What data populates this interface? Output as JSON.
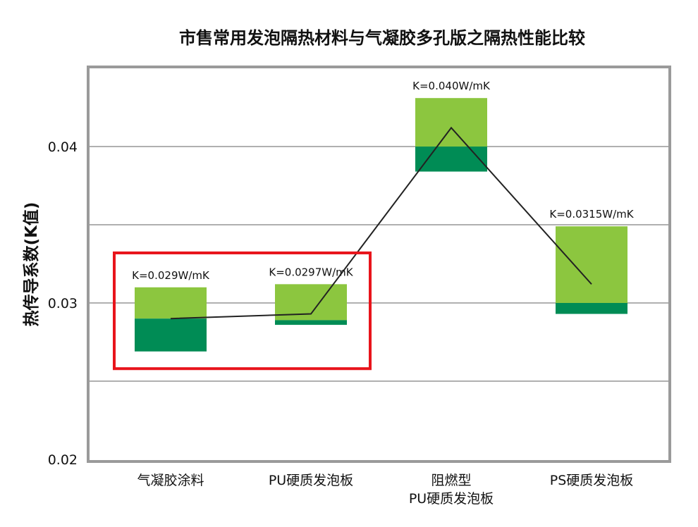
{
  "chart_data": {
    "type": "bar",
    "subtype": "floating-range-bar-with-line",
    "title": "市售常用发泡隔热材料与气凝胶多孔版之隔热性能比较",
    "xlabel": "",
    "ylabel": "热传导系数(K值)",
    "ylim": [
      0.02,
      0.0451
    ],
    "yticks": [
      0.02,
      0.03,
      0.04
    ],
    "ytick_labels": [
      "0.02",
      "0.03",
      "0.04"
    ],
    "gridlines": [
      0.025,
      0.03,
      0.035,
      0.04
    ],
    "grid": true,
    "categories": [
      {
        "lines": [
          "气凝胶涂料"
        ]
      },
      {
        "lines": [
          "PU硬质发泡板"
        ]
      },
      {
        "lines": [
          "阻燃型",
          "PU硬质发泡板"
        ]
      },
      {
        "lines": [
          "PS硬质发泡板"
        ]
      }
    ],
    "bars": [
      {
        "low": 0.0269,
        "mid": 0.029,
        "high": 0.031,
        "label": "K=0.029W/mK"
      },
      {
        "low": 0.0286,
        "mid": 0.0289,
        "high": 0.0312,
        "label": "K=0.0297W/mK"
      },
      {
        "low": 0.0384,
        "mid": 0.04,
        "high": 0.0431,
        "label": "K=0.040W/mK"
      },
      {
        "low": 0.0293,
        "mid": 0.03,
        "high": 0.0349,
        "label": "K=0.0315W/mK"
      }
    ],
    "line": {
      "values": [
        0.029,
        0.0293,
        0.0412,
        0.0312
      ]
    },
    "highlight": {
      "categories": [
        0,
        1
      ],
      "range": [
        0.0258,
        0.0332
      ]
    },
    "colors": {
      "upper": "#8cc63f",
      "lower": "#008c55",
      "line": "#222222",
      "highlight": "#e8141b",
      "frame": "#9a9a9a",
      "grid": "#b0b0b0"
    }
  }
}
